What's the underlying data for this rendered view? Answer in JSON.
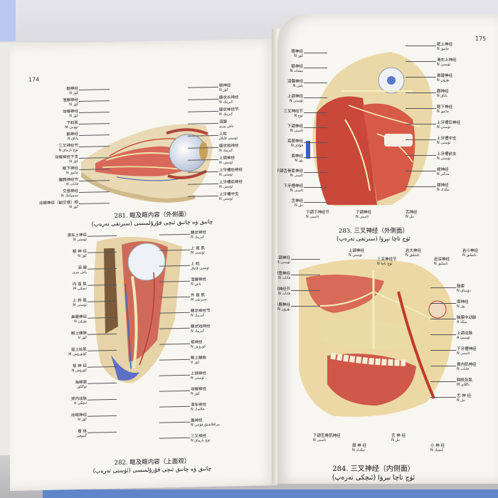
{
  "left_page": {
    "page_number": "174",
    "figure_281": {
      "caption_zh": "281. 眶及眶内容（外侧面）",
      "caption_ug": "چانىق ۋە چانىق ئىچى قۇرۇلمىسى (سىرتقى تەرەپ)",
      "labels_left": [
        {
          "zh": "额神经",
          "ug": "N كۆز"
        },
        {
          "zh": "泪腺神经",
          "ug": "N كۆز"
        },
        {
          "zh": "动眼神经",
          "ug": "N كۆز"
        },
        {
          "zh": "下斜肌",
          "ug": "M تۆۋەن"
        },
        {
          "zh": "颧神经",
          "ug": "N ياناق"
        },
        {
          "zh": "三叉神经节",
          "ug": "N ئۈچ تارماق"
        },
        {
          "zh": "动眼神经下支",
          "ug": "N كۆز"
        },
        {
          "zh": "眶下神经",
          "ug": "N چانىق"
        },
        {
          "zh": "翼腭神经节",
          "ug": "N قانات"
        },
        {
          "zh": "交感神经",
          "ug": "N سىمپاتىك"
        },
        {
          "zh": "动眼神经（副交感）根",
          "ug": "N كۆز"
        }
      ],
      "labels_right": [
        {
          "zh": "眼神经",
          "ug": "N كۆز"
        },
        {
          "zh": "睫状长神经",
          "ug": "N كىرپىك"
        },
        {
          "zh": "睫状神经节",
          "ug": "N كىرپىك"
        },
        {
          "zh": "泪腺",
          "ug": "ياش بېزى"
        },
        {
          "zh": "上睑",
          "ug": "ئۈستى قاپاق"
        },
        {
          "zh": "睫状短神经",
          "ug": "N كىرپىك"
        },
        {
          "zh": "上颌神经",
          "ug": "N ئۈستى"
        },
        {
          "zh": "上牙槽后神经",
          "ug": "N ئۈستى"
        },
        {
          "zh": "上牙槽前神经",
          "ug": "N ئۈستى"
        },
        {
          "zh": "上牙槽中支",
          "ug": "N ئۈستى"
        }
      ]
    },
    "figure_282": {
      "caption_zh": "282. 眶及眶内容（上面观）",
      "caption_ug": "چانىق ۋە چانىق ئىچى قۇرۇلمىسى (ئۈستى تەرەپ)",
      "labels_left": [
        {
          "zh": "滑车上神经",
          "ug": "N ئۈستى"
        },
        {
          "zh": "额 神 经",
          "ug": "N كۆز"
        },
        {
          "zh": "泪 腺",
          "ug": "ياش بېزى"
        },
        {
          "zh": "内 直 肌",
          "ug": "M ئىچكى"
        },
        {
          "zh": "上 斜 肌",
          "ug": "M ئۈستى"
        },
        {
          "zh": "鼻睫神经",
          "ug": "N بۇرۇن"
        },
        {
          "zh": "眼上静脉",
          "ug": "V كۆز"
        },
        {
          "zh": "提上睑肌",
          "ug": "M كۆتۈرۈش"
        },
        {
          "zh": "视 神 经",
          "ug": "N كۆرۈش"
        },
        {
          "zh": "海绵窦",
          "ug": "ئۆڭكۈر"
        },
        {
          "zh": "颈内动脉",
          "ug": "A ئىچكى"
        },
        {
          "zh": "动眼神经",
          "ug": "N كۆز"
        },
        {
          "zh": "垂 体",
          "ug": "گىپوفىز"
        }
      ],
      "labels_right": [
        {
          "zh": "睫状神经",
          "ug": "N كىرپىك"
        },
        {
          "zh": "上 直 肌",
          "ug": "M ئۈستى"
        },
        {
          "zh": "上 睑",
          "ug": "ئۈستى قاپاق"
        },
        {
          "zh": "泪腺神经",
          "ug": "N ياش"
        },
        {
          "zh": "外 直 肌",
          "ug": "M سىرتقى"
        },
        {
          "zh": "睫状神经节",
          "ug": "N كىرپىك"
        },
        {
          "zh": "睫状短神经",
          "ug": "N كىرپىك"
        },
        {
          "zh": "视神经",
          "ug": "N كۆرۈش"
        },
        {
          "zh": "眼上静脉",
          "ug": "V كۆز"
        },
        {
          "zh": "上颌神经",
          "ug": "N ئۈستى"
        },
        {
          "zh": "动眼神经",
          "ug": "N كۆز"
        },
        {
          "zh": "滑车神经",
          "ug": "N غالتەك"
        },
        {
          "zh": "展神经",
          "ug": "N يىراقلاشتۇرغۇچى"
        },
        {
          "zh": "三叉神经",
          "ug": "N ئۈچ تارماق"
        }
      ]
    }
  },
  "right_page": {
    "page_number": "175",
    "figure_283": {
      "caption_zh": "283. 三叉神经（外侧面）",
      "caption_ug": "ئۈچ تاچا نېرۋا (سىرتقى تەرەپ)",
      "labels_left": [
        {
          "zh": "眼神经",
          "ug": "N كۆز"
        },
        {
          "zh": "额神经",
          "ug": "N پېشانە"
        },
        {
          "zh": "泪腺神经",
          "ug": "N ياش"
        },
        {
          "zh": "上颌神经",
          "ug": "N ئۈستى"
        },
        {
          "zh": "三叉神经节",
          "ug": "N ئۈچ"
        },
        {
          "zh": "下颌神经",
          "ug": "N ئاستى"
        },
        {
          "zh": "耳颞神经",
          "ug": "N قۇلاق"
        },
        {
          "zh": "面神经",
          "ug": "N يۈز"
        },
        {
          "zh": "下颌舌骨肌神经",
          "ug": "N ئاستى"
        },
        {
          "zh": "下牙槽神经",
          "ug": "N ئاستى"
        },
        {
          "zh": "舌神经",
          "ug": "N تىل"
        }
      ],
      "labels_right": [
        {
          "zh": "眶上神经",
          "ug": "N چانىق"
        },
        {
          "zh": "滑车上神经",
          "ug": "N ئۈستى"
        },
        {
          "zh": "鼻睫神经",
          "ug": "N بۇرۇن"
        },
        {
          "zh": "颧神经",
          "ug": "N ياناق"
        },
        {
          "zh": "眶下神经",
          "ug": "N چانىق"
        },
        {
          "zh": "上牙槽后神经",
          "ug": "N ئۈستى"
        },
        {
          "zh": "上牙槽中支",
          "ug": "N ئۈستى"
        },
        {
          "zh": "上牙槽前支",
          "ug": "N ئۈستى"
        },
        {
          "zh": "颊神经",
          "ug": "N مەڭىز"
        },
        {
          "zh": "颏神经",
          "ug": "N ئېڭەك"
        }
      ],
      "labels_bottom": [
        {
          "zh": "下颌下神经节",
          "ug": "N ئاستى"
        },
        {
          "zh": "下颌神经",
          "ug": "N ئاستى"
        },
        {
          "zh": "舌神经",
          "ug": "N تىل"
        }
      ]
    },
    "figure_284": {
      "caption_zh": "284. 三叉神经（内侧面）",
      "caption_ug": "ئۈچ تاچا نېرۋا (ئىچكى تەرەپ)",
      "labels_left": [
        {
          "zh": "上颌神经",
          "ug": "N ئۈستى"
        },
        {
          "zh": "翼管神经",
          "ug": "N قانات"
        },
        {
          "zh": "翼腭神经节",
          "ug": "N قانات"
        },
        {
          "zh": "鼻腭神经",
          "ug": "N بۇرۇن"
        }
      ],
      "labels_top": [
        {
          "zh": "上颌神经",
          "ug": "N ئۈستى"
        },
        {
          "zh": "三叉神经节",
          "ug": "N ئۈچ تاچا"
        },
        {
          "zh": "岩大神经",
          "ug": "N تاشلىق"
        },
        {
          "zh": "岩深神经",
          "ug": "N تاشلىق"
        },
        {
          "zh": "岩小神经",
          "ug": "N تاشلىق"
        }
      ],
      "labels_right": [
        {
          "zh": "鼓索",
          "ug": "N دۇمباق"
        },
        {
          "zh": "面神经",
          "ug": "N يۈز"
        },
        {
          "zh": "脑膜中动脉",
          "ug": "A مېڭە"
        },
        {
          "zh": "上颌动脉",
          "ug": "A ئۈستى"
        },
        {
          "zh": "下牙槽神经",
          "ug": "N ئاستى"
        },
        {
          "zh": "翼内肌神经",
          "ug": "N قانات"
        },
        {
          "zh": "腭帆张肌",
          "ug": "M تاڭلاي"
        },
        {
          "zh": "舌 神 经",
          "ug": "N تىل"
        }
      ],
      "labels_bottom": [
        {
          "zh": "下颌舌骨肌神经",
          "ug": "N ئاستى"
        },
        {
          "zh": "颏 神 经",
          "ug": "N ئېڭەك"
        },
        {
          "zh": "舌 神 经",
          "ug": "N تىل"
        },
        {
          "zh": "小 神 经",
          "ug": "N كىچىك"
        }
      ]
    }
  }
}
